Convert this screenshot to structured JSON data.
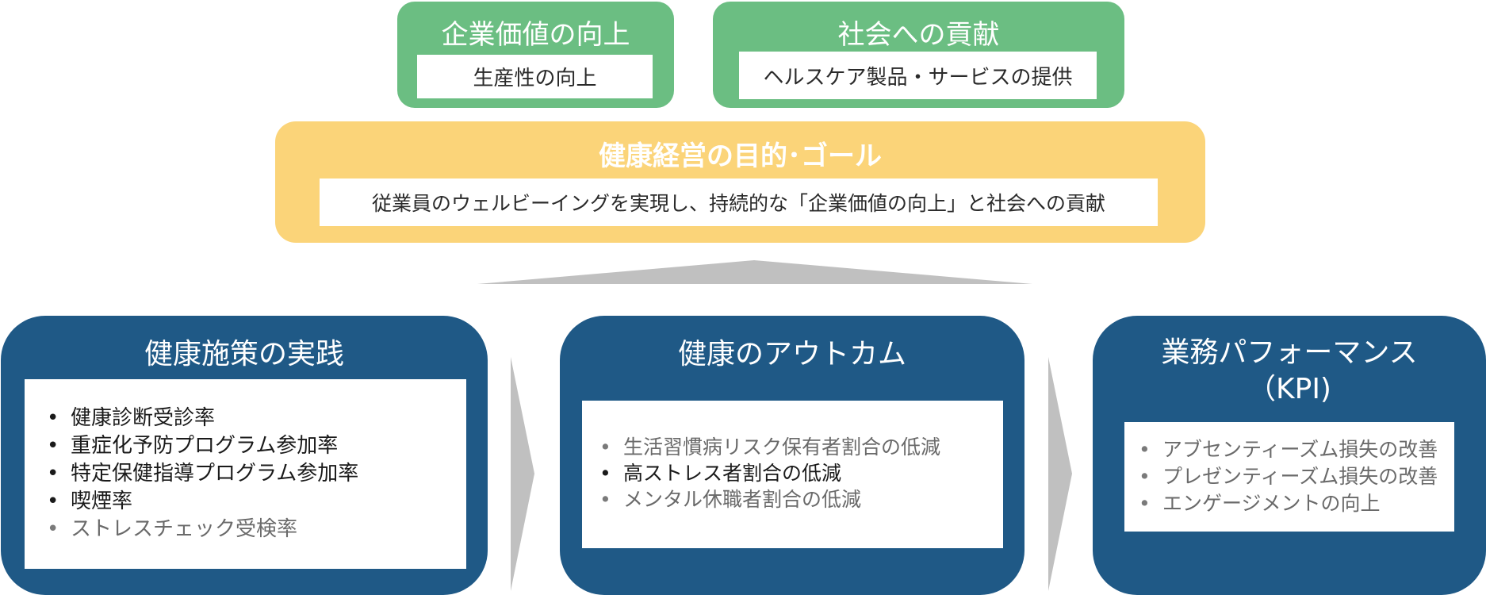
{
  "top_boxes": [
    {
      "title": "企業価値の向上",
      "subtitle": "生産性の向上"
    },
    {
      "title": "社会への貢献",
      "subtitle": "ヘルスケア製品・サービスの提供"
    }
  ],
  "goal": {
    "title": "健康経営の目的･ゴール",
    "text": "従業員のウェルビーイングを実現し、持続的な「企業価値の向上」と社会への貢献"
  },
  "columns": [
    {
      "title": "健康施策の実践",
      "items": [
        "健康診断受診率",
        "重症化予防プログラム参加率",
        "特定保健指導プログラム参加率",
        "喫煙率",
        "ストレスチェック受検率"
      ]
    },
    {
      "title": "健康のアウトカム",
      "items": [
        "生活習慣病リスク保有者割合の低減",
        "高ストレス者割合の低減",
        "メンタル休職者割合の低減"
      ]
    },
    {
      "title_line1": "業務パフォーマンス",
      "title_line2": "（KPI)",
      "items": [
        "アブセンティーズム損失の改善",
        "プレゼンティーズム損失の改善",
        "エンゲージメントの向上"
      ]
    }
  ],
  "bullet": "•",
  "colors": {
    "green": "#6BBE82",
    "yellow": "#FBD479",
    "blue": "#1F5986",
    "arrow_gray": "#C0C0C0"
  }
}
